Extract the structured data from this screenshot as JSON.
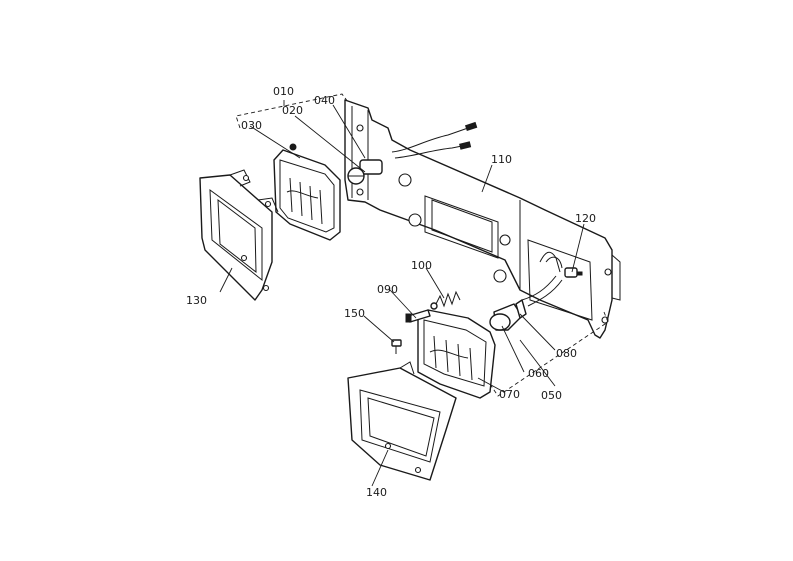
{
  "callouts": {
    "c010": "010",
    "c020": "020",
    "c030": "030",
    "c040": "040",
    "c050": "050",
    "c060": "060",
    "c070": "070",
    "c080": "080",
    "c090": "090",
    "c100": "100",
    "c110": "110",
    "c120": "120",
    "c130": "130",
    "c140": "140",
    "c150": "150"
  }
}
